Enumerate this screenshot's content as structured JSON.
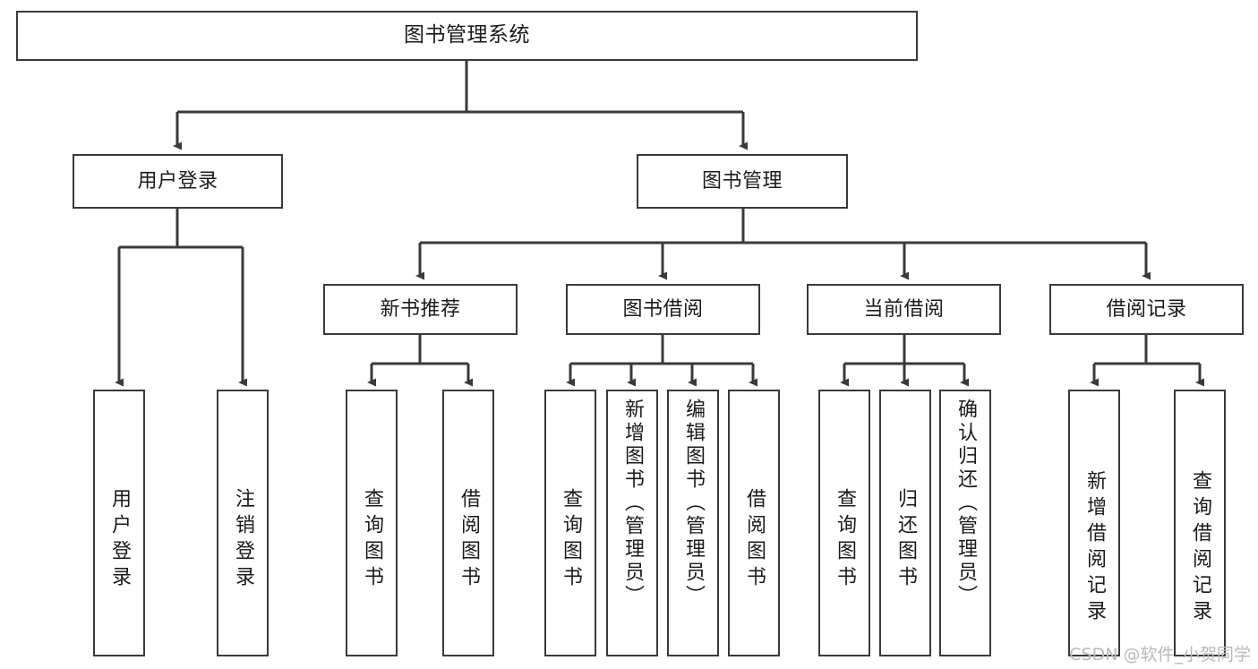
{
  "diagram": {
    "kind": "tree-hierarchy-chart",
    "title": "图书管理系统",
    "watermark": "CSDN @软件_小贺同学",
    "colors": {
      "box_border": "#3a3a3a",
      "box_fill": "#ffffff",
      "connector": "#3a3a3a",
      "text": "#1b1b1b",
      "watermark": "#b9b9b9",
      "background": "#ffffff"
    },
    "nodes": {
      "root": {
        "label": "图书管理系统"
      },
      "level1": [
        {
          "label": "用户登录"
        },
        {
          "label": "图书管理"
        }
      ],
      "level2": [
        {
          "label": "新书推荐"
        },
        {
          "label": "图书借阅"
        },
        {
          "label": "当前借阅"
        },
        {
          "label": "借阅记录"
        }
      ],
      "leaves": {
        "user_login": [
          {
            "label": "用户登录"
          },
          {
            "label": "注销登录"
          }
        ],
        "new_book_recommend": [
          {
            "label": "查询图书"
          },
          {
            "label": "借阅图书"
          }
        ],
        "book_borrow": [
          {
            "label": "查询图书"
          },
          {
            "label": "新增图书（管理员）"
          },
          {
            "label": "编辑图书（管理员）"
          },
          {
            "label": "借阅图书"
          }
        ],
        "current_borrow": [
          {
            "label": "查询图书"
          },
          {
            "label": "归还图书"
          },
          {
            "label": "确认归还（管理员）"
          }
        ],
        "borrow_record": [
          {
            "label": "新增借阅记录"
          },
          {
            "label": "查询借阅记录"
          }
        ]
      }
    }
  }
}
